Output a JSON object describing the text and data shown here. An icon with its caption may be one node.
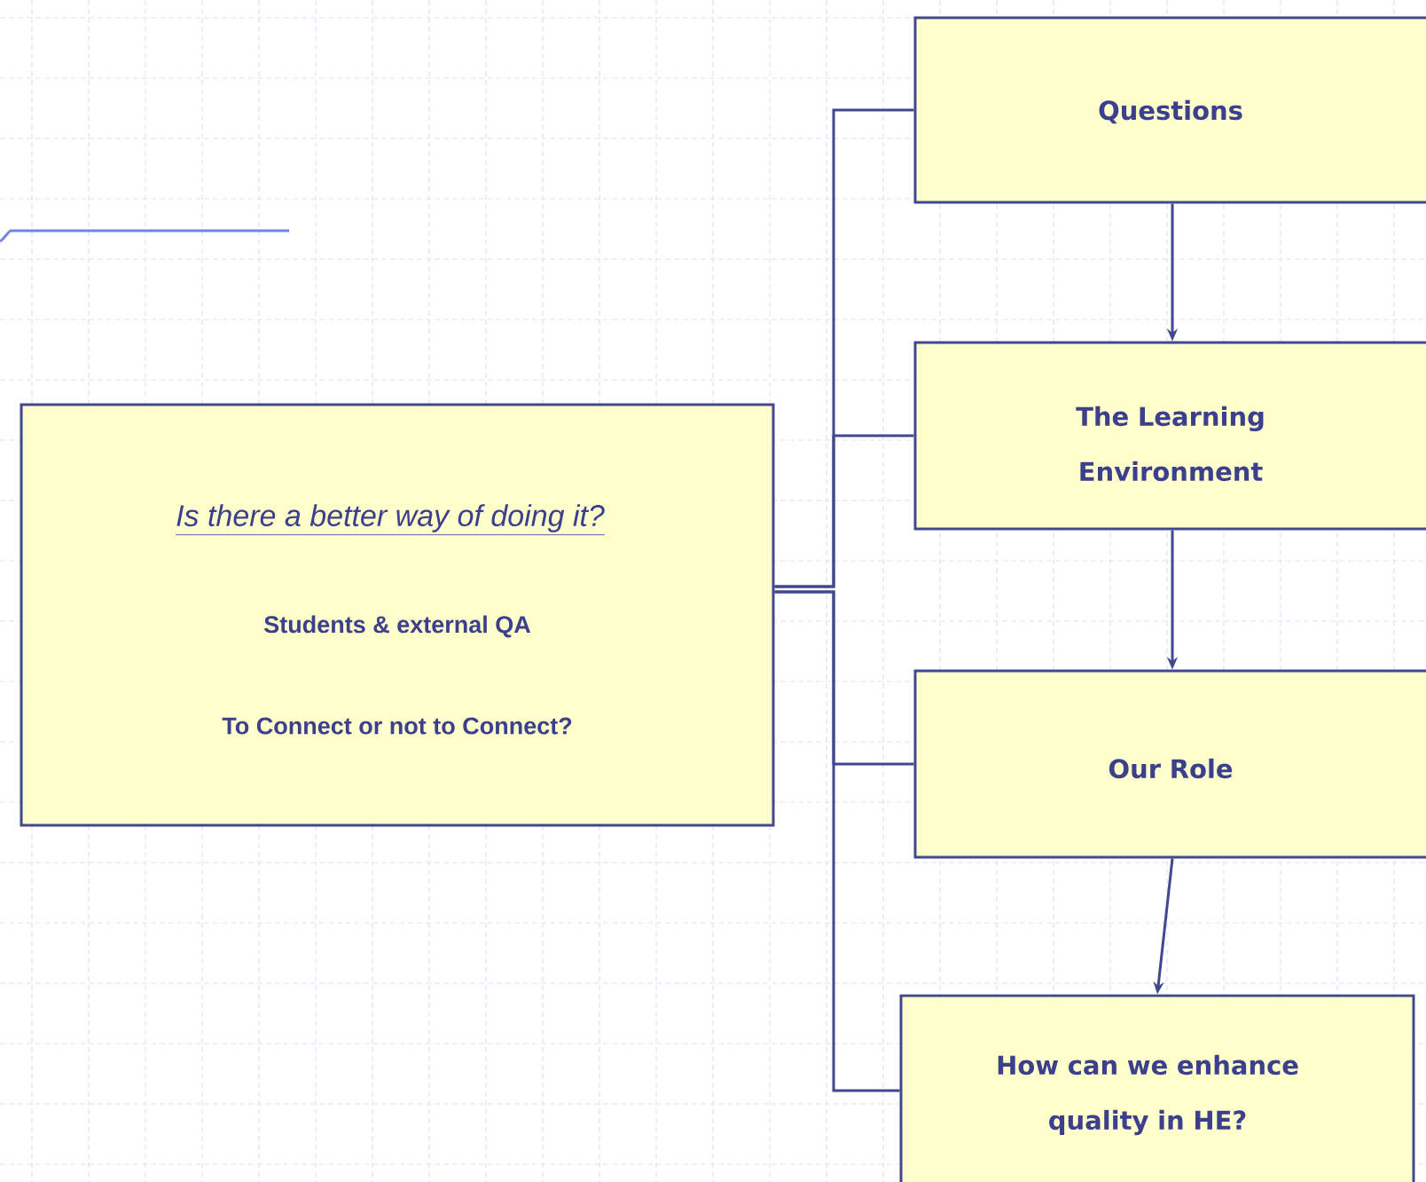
{
  "diagram": {
    "nodes": [
      {
        "text": [
          "Is there a better way of doing it?",
          "Students & external QA",
          "To Connect or not to Connect?"
        ]
      },
      {
        "text": [
          "Questions"
        ]
      },
      {
        "text": [
          "The Learning Environment"
        ]
      },
      {
        "text": [
          "Our Role"
        ]
      },
      {
        "text": [
          "How can we enhance quality in HE?"
        ]
      }
    ],
    "edges": [
      {
        "from": 0,
        "to": 1,
        "arrow": "none"
      },
      {
        "from": 0,
        "to": 2,
        "arrow": "none"
      },
      {
        "from": 0,
        "to": 3,
        "arrow": "none"
      },
      {
        "from": 0,
        "to": 4,
        "arrow": "none"
      },
      {
        "from": 1,
        "to": 2,
        "arrow": "to"
      },
      {
        "from": 2,
        "to": 3,
        "arrow": "to"
      },
      {
        "from": 3,
        "to": 4,
        "arrow": "to"
      }
    ]
  }
}
